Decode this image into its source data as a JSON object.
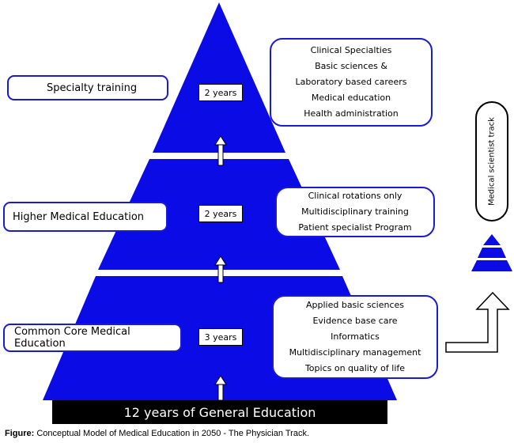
{
  "tiers": [
    {
      "label": "Specialty training",
      "years": "2 years",
      "details": [
        "Clinical Specialties",
        "Basic sciences &",
        "Laboratory based careers",
        "Medical education",
        "Health administration"
      ]
    },
    {
      "label": "Higher Medical Education",
      "years": "2 years",
      "details": [
        "Clinical rotations only",
        "Multidisciplinary training",
        "Patient specialist Program"
      ]
    },
    {
      "label": "Common Core Medical Education",
      "years": "3 years",
      "details": [
        "Applied basic sciences",
        "Evidence base care",
        "Informatics",
        "Multidisciplinary management",
        "Topics on quality of life"
      ]
    }
  ],
  "base_label": "12 years of General Education",
  "side_track": "Medical scientist track",
  "caption": {
    "prefix": "Figure:",
    "text": "Conceptual Model of Medical Education in 2050 - The Physician Track."
  },
  "colors": {
    "pyramid": "#0b0be6",
    "border": "#1a1ad6",
    "base": "#000000"
  }
}
